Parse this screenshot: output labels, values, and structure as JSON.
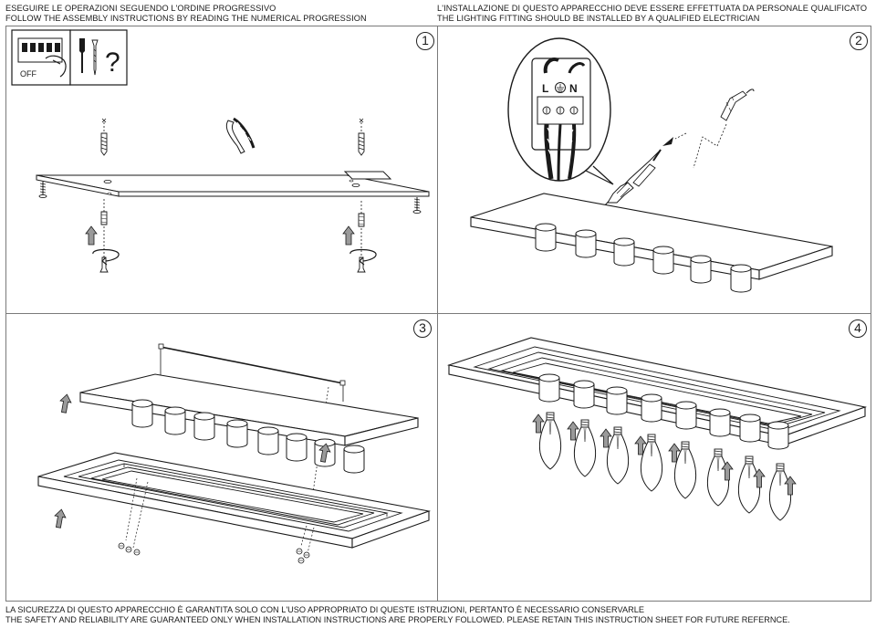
{
  "header": {
    "left": {
      "line_it": "ESEGUIRE LE OPERAZIONI SEGUENDO L'ORDINE PROGRESSIVO",
      "line_en": "FOLLOW THE ASSEMBLY INSTRUCTIONS BY READING THE NUMERICAL PROGRESSION"
    },
    "right": {
      "line_it": "L'INSTALLAZIONE DI QUESTO APPARECCHIO DEVE ESSERE EFFETTUATA DA PERSONALE QUALIFICATO",
      "line_en": "THE LIGHTING FITTING SHOULD BE INSTALLED BY A QUALIFIED ELECTRICIAN"
    }
  },
  "steps": [
    {
      "number": "1",
      "tool_box": {
        "off_label": "OFF",
        "question_mark": "?"
      }
    },
    {
      "number": "2",
      "terminal": {
        "live": "L",
        "neutral": "N"
      }
    },
    {
      "number": "3"
    },
    {
      "number": "4"
    }
  ],
  "footer": {
    "line_it": "LA SICUREZZA DI QUESTO APPARECCHIO È GARANTITA SOLO CON L'USO APPROPRIATO DI QUESTE ISTRUZIONI, PERTANTO È NECESSARIO CONSERVARLE",
    "line_en": "THE SAFETY AND RELIABILITY ARE GUARANTEED ONLY WHEN INSTALLATION INSTRUCTIONS ARE PROPERLY FOLLOWED. PLEASE RETAIN THIS INSTRUCTION SHEET FOR FUTURE REFERNCE."
  },
  "colors": {
    "line": "#1a1a1a",
    "frame": "#7a7a7a",
    "arrow_fill": "#9a9a9a"
  }
}
